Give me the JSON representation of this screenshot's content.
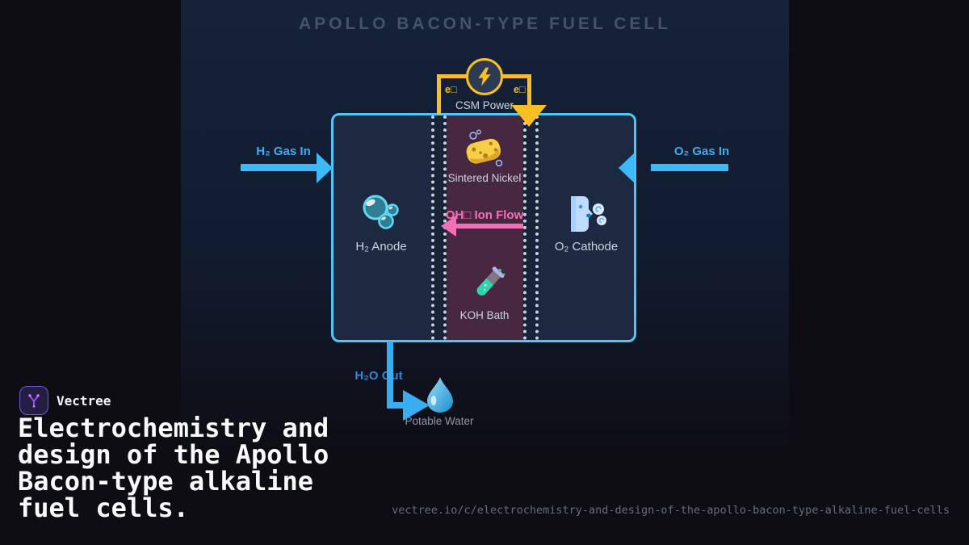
{
  "colors": {
    "accent_blue": "#38bdf8",
    "accent_yellow": "#fbbf24",
    "accent_pink": "#f56fb8",
    "electrolyte_purple": "#472840",
    "cell_fill": "#1d2940",
    "brand_purple": "#8b5cf6"
  },
  "diagram": {
    "title": "APOLLO BACON-TYPE FUEL CELL",
    "power_circuit": {
      "electron_left": "e□",
      "electron_right": "e□",
      "label": "CSM Power",
      "icon": "lightning-icon"
    },
    "inlets": {
      "h2_label": "H₂ Gas In",
      "o2_label": "O₂ Gas In"
    },
    "anode": {
      "label": "H₂ Anode",
      "icon": "bubbles-icon"
    },
    "cathode": {
      "label": "O₂ Cathode",
      "icon": "wind-face-icon"
    },
    "electrolyte": {
      "top_label": "Sintered Nickel",
      "top_icon": "sponge-icon",
      "flow_label": "OH□ Ion Flow",
      "bottom_label": "KOH Bath",
      "bottom_icon": "test-tube-icon"
    },
    "outlet": {
      "label": "H₂O Out",
      "product": "Potable Water",
      "icon": "droplet-icon"
    }
  },
  "footer": {
    "brand": "Vectree",
    "heading": "Electrochemistry and design of the Apollo Bacon-type alkaline fuel cells.",
    "url": "vectree.io/c/electrochemistry-and-design-of-the-apollo-bacon-type-alkaline-fuel-cells"
  }
}
